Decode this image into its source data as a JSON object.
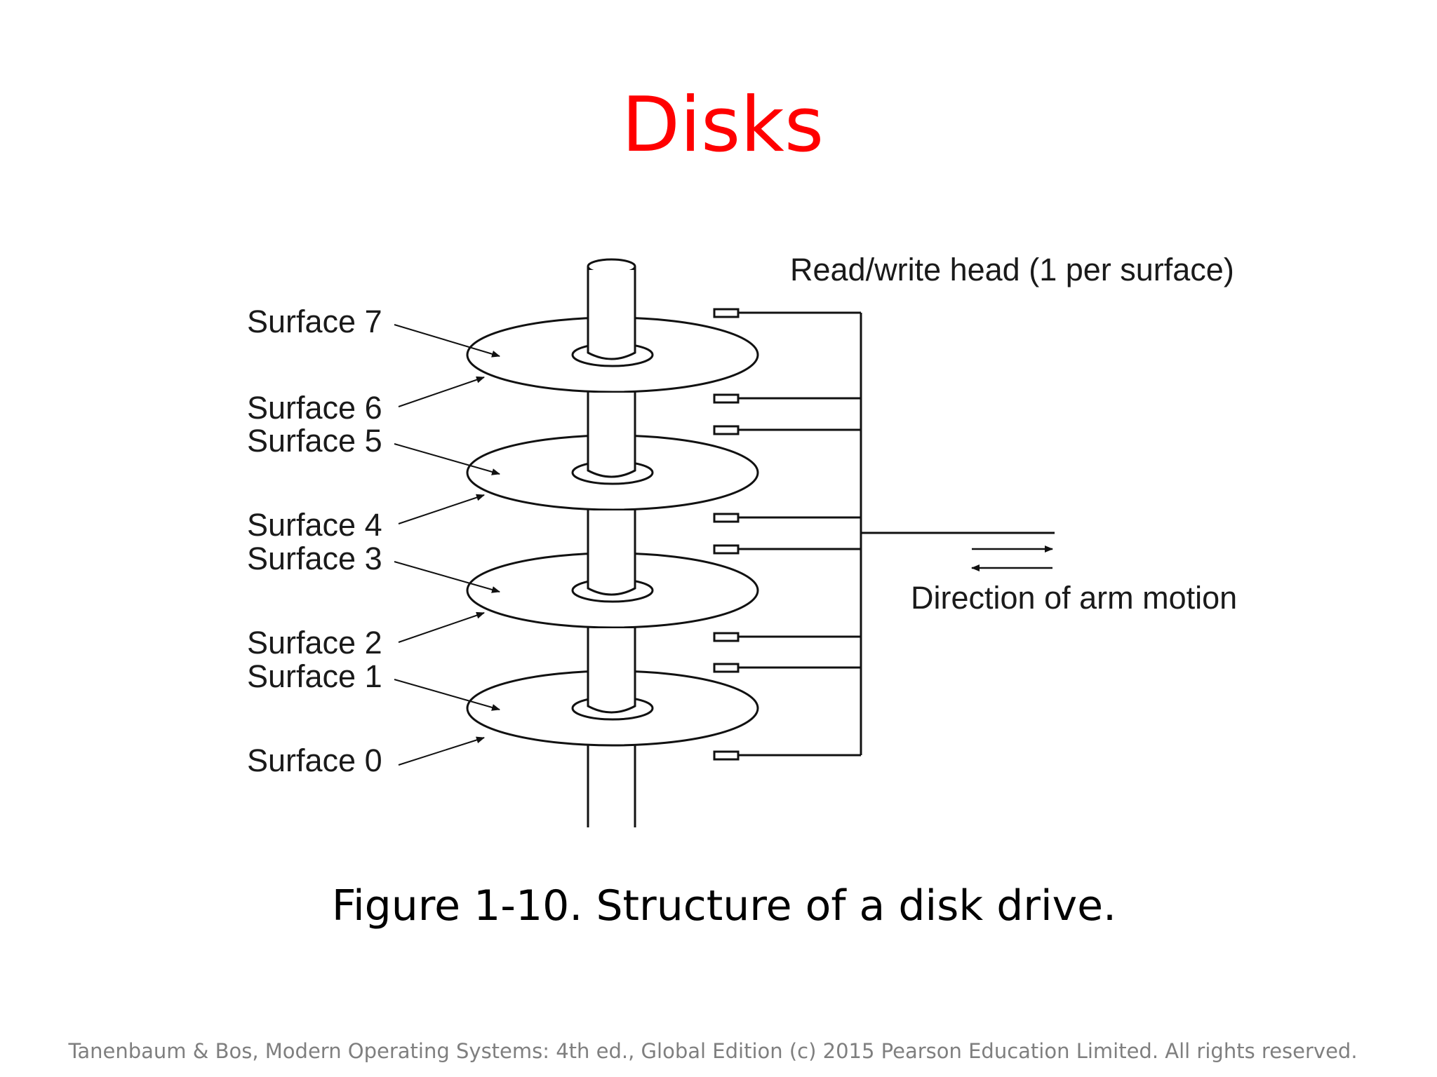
{
  "slide": {
    "title": "Disks",
    "caption": "Figure 1-10. Structure of a disk drive.",
    "footer": "Tanenbaum & Bos, Modern  Operating Systems: 4th ed., Global Edition (c) 2015 Pearson Education Limited. All rights reserved."
  },
  "diagram": {
    "head_label": "Read/write head (1 per surface)",
    "arm_label": "Direction of arm motion",
    "surfaces": [
      "Surface 7",
      "Surface 6",
      "Surface 5",
      "Surface 4",
      "Surface 3",
      "Surface 2",
      "Surface 1",
      "Surface 0"
    ]
  },
  "colors": {
    "title": "#ff0000",
    "diagram_ink": "#111111",
    "footer": "#7f7f7f"
  }
}
